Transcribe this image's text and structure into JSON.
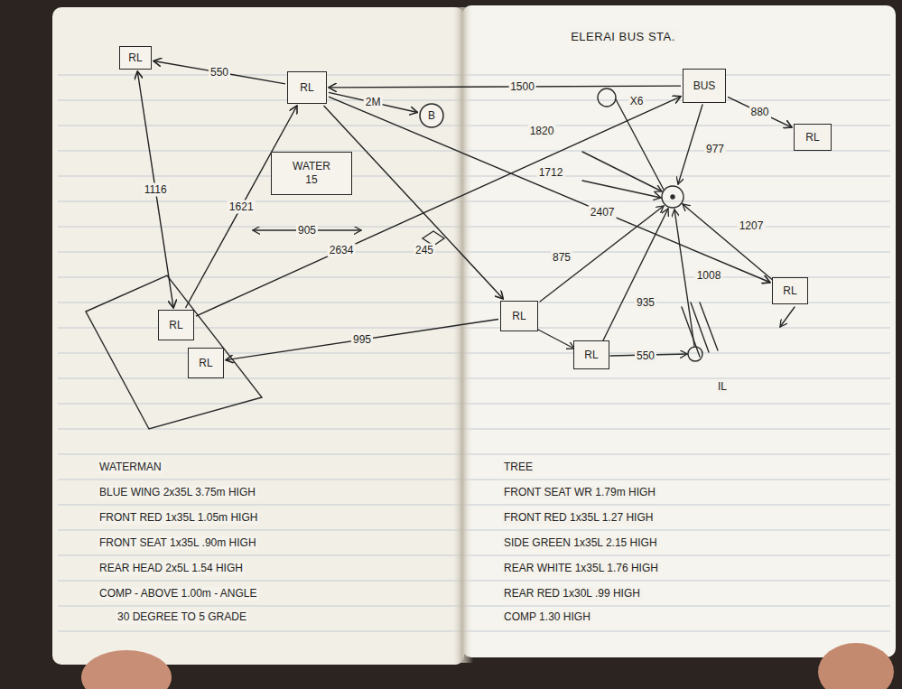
{
  "diagram": {
    "title": "ELERAI BUS STA.",
    "nodes": [
      {
        "text": [
          "RL"
        ]
      },
      {
        "text": [
          "RL"
        ]
      },
      {
        "text": [
          "B"
        ]
      },
      {
        "text": [
          "WATER",
          "15"
        ]
      },
      {
        "text": [
          "RL"
        ]
      },
      {
        "text": [
          "RL"
        ]
      },
      {
        "text": [
          "BUS"
        ]
      },
      {
        "text": [
          "RL"
        ]
      },
      {
        "text": [
          "RL"
        ]
      },
      {
        "text": [
          "RL"
        ]
      },
      {
        "text": [
          "RL"
        ]
      }
    ],
    "edges": [
      {
        "from": 1,
        "to": 0,
        "label": "550",
        "arrow": "to"
      },
      {
        "from": 1,
        "to": 2,
        "label": "2M",
        "arrow": "to"
      },
      {
        "from": 4,
        "to": 1,
        "label": "1621",
        "arrow": "to"
      },
      {
        "from": 4,
        "to": 0,
        "label": "1116",
        "arrow": "both"
      },
      {
        "from": 4,
        "to": 6,
        "label": "2634",
        "arrow": "to"
      },
      {
        "from": 9,
        "to": 5,
        "label": "995",
        "arrow": "to"
      },
      {
        "from": 6,
        "to": 1,
        "label": "1500",
        "arrow": "to"
      },
      {
        "from": 6,
        "to": 7,
        "label": "880",
        "arrow": "to"
      },
      {
        "from": 1,
        "to": 8,
        "label": "2407",
        "arrow": "to"
      },
      {
        "from": 1,
        "to": 9,
        "arrow": "to"
      }
    ],
    "labels": [
      "905",
      "245",
      "1820",
      "1712",
      "X6",
      "977",
      "875",
      "935",
      "1008",
      "1207",
      "550",
      "IL",
      "WATERMAN",
      "BLUE WING 2x35L 3.75m HIGH",
      "FRONT RED 1x35L 1.05m HIGH",
      "FRONT SEAT 1x35L .90m HIGH",
      "REAR HEAD 2x5L 1.54 HIGH",
      "COMP - ABOVE 1.00m - ANGLE",
      "30 DEGREE TO 5 GRADE",
      "TREE",
      "FRONT SEAT WR 1.79m HIGH",
      "FRONT RED 1x35L 1.27 HIGH",
      "SIDE GREEN 1x35L 2.15 HIGH",
      "REAR WHITE 1x35L 1.76 HIGH",
      "REAR RED 1x30L .99 HIGH",
      "COMP 1.30 HIGH"
    ]
  }
}
